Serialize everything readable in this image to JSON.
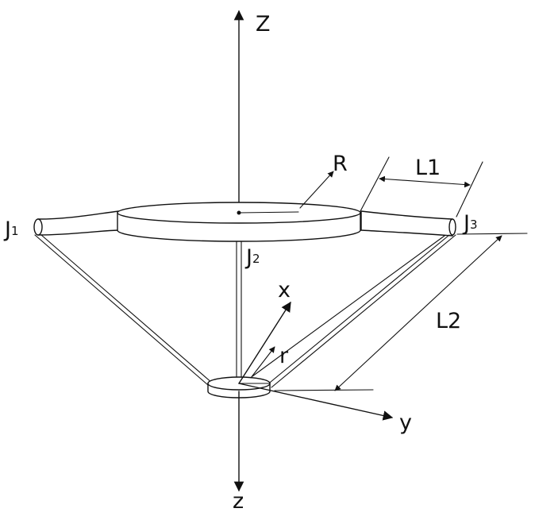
{
  "labels": {
    "z_top": "Z",
    "z_bottom": "z",
    "x": "x",
    "y": "y",
    "r": "r",
    "R": "R",
    "L1": "L1",
    "L2": "L2",
    "J1": {
      "main": "J",
      "sub": "1"
    },
    "J2": {
      "main": "J",
      "sub": "2"
    },
    "J3": {
      "main": "J",
      "sub": "3"
    }
  },
  "colors": {
    "ink": "#111111",
    "background": "#ffffff"
  }
}
